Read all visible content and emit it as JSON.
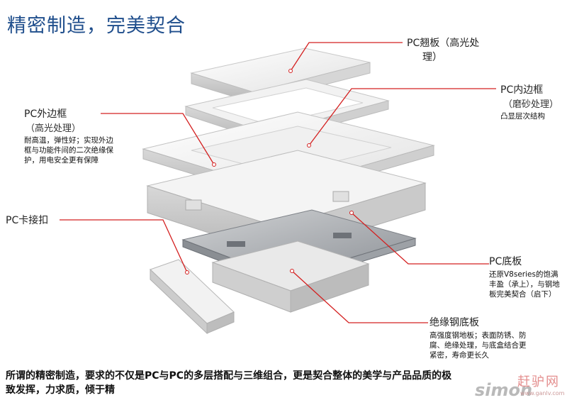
{
  "title": "精密制造，完美契合",
  "labels": {
    "cover": {
      "name": "PC翘板（高光处",
      "name2": "理）"
    },
    "inner_frame": {
      "name": "PC内边框",
      "sub": "（磨砂处理）",
      "desc": "凸显层次结构"
    },
    "outer_frame": {
      "name": "PC外边框",
      "sub": "（高光处理）",
      "desc": "耐高温，弹性好；实现外边框与功能件间的二次绝缘保护，用电安全更有保障"
    },
    "clip": {
      "name": "PC卡接扣"
    },
    "base": {
      "name": "PC底板",
      "desc": "还原V8series的饱满丰盈（承上），与钢地板完美契合（启下）"
    },
    "steel": {
      "name": "绝缘钢底板",
      "desc": "高强度钢地板；表面防锈、防腐、绝缘处理，与底盒结合更紧密，寿命更长久"
    }
  },
  "footer": "所谓的精密制造，要求的不仅是PC与PC的多层搭配与三维组合，更是契合整体的美学与产品品质的极致发挥，力求质，倾于精",
  "watermark": {
    "logo": "simon",
    "site": "赶驴网",
    "url": "www.ganlv.com"
  },
  "colors": {
    "title": "#1f4e8c",
    "leader": "#d42020"
  }
}
